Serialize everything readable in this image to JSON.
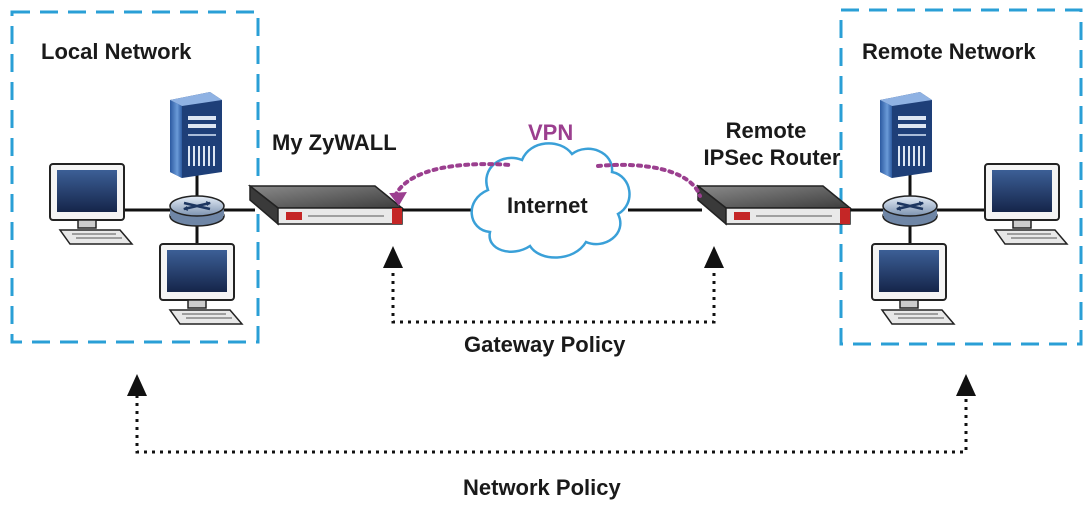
{
  "labels": {
    "local_network": "Local Network",
    "remote_network": "Remote Network",
    "my_zywall": "My ZyWALL",
    "remote_router_line1": "Remote",
    "remote_router_line2": "IPSec Router",
    "vpn": "VPN",
    "internet": "Internet",
    "gateway_policy": "Gateway Policy",
    "network_policy": "Network Policy"
  },
  "colors": {
    "zone_border": "#2a9fd6",
    "vpn_arrow": "#9b3f8f",
    "policy_arrow": "#111111",
    "label_text": "#1a1a1a",
    "vpn_text": "#9b3f8f",
    "cloud_fill": "#ffffff",
    "cloud_stroke": "#3aa0d8",
    "device_body": "#5e5e5e",
    "device_accent": "#c42626",
    "server_color": "#3a6fb8"
  },
  "icons": {
    "server": "server-icon",
    "computer": "computer-icon",
    "switch": "switch-icon",
    "router": "router-icon",
    "cloud": "cloud-icon"
  }
}
